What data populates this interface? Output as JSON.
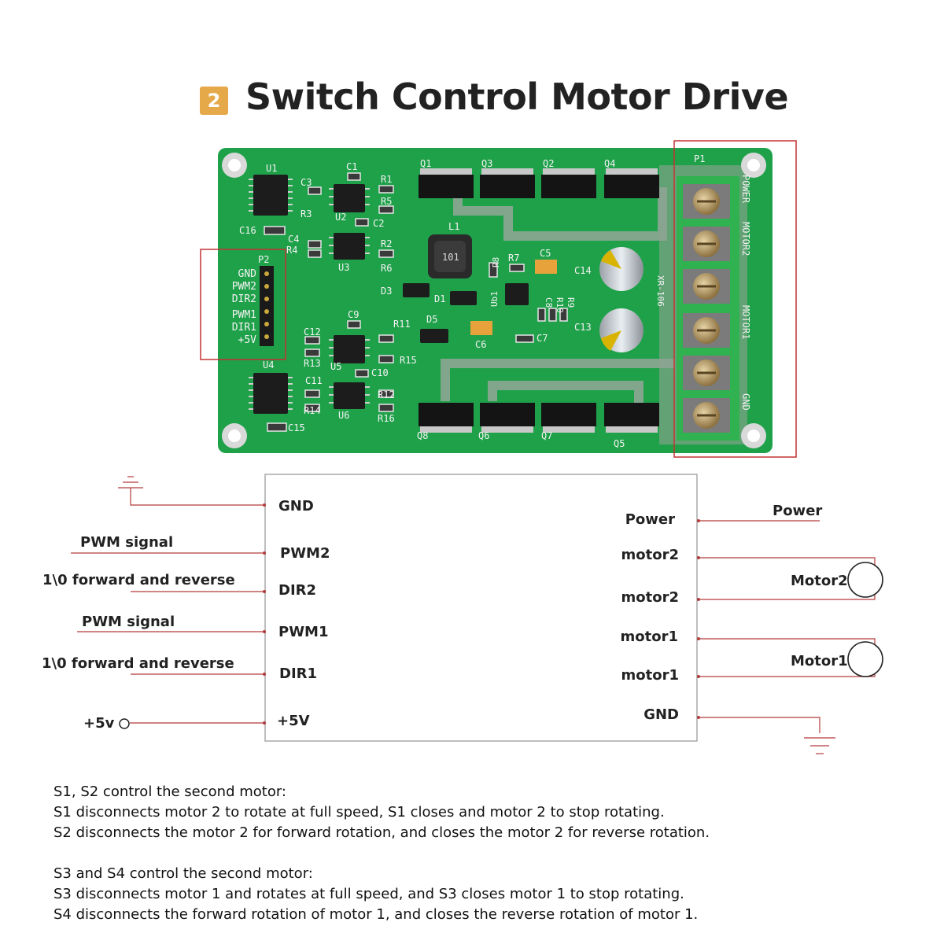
{
  "header": {
    "badge": "2",
    "title": "Switch Control Motor Drive"
  },
  "board": {
    "p1_label": "P1",
    "p2_label": "P2",
    "p2_pins": [
      "GND",
      "PWM2",
      "DIR2",
      "PWM1",
      "DIR1",
      "+5V"
    ],
    "terminal_labels": [
      "POWER",
      "MOTOR2",
      "MOTOR1",
      "GND"
    ],
    "model": "XR-106",
    "inductor": "L1",
    "inductor_code": "101",
    "labels": {
      "U1": "U1",
      "U2": "U2",
      "U3": "U3",
      "U4": "U4",
      "U5": "U5",
      "U6": "U6",
      "Q1": "Q1",
      "Q2": "Q2",
      "Q3": "Q3",
      "Q4": "Q4",
      "Q5": "Q5",
      "Q6": "Q6",
      "Q7": "Q7",
      "Q8": "Q8",
      "C1": "C1",
      "C2": "C2",
      "C3": "C3",
      "C4": "C4",
      "C5": "C5",
      "C6": "C6",
      "C7": "C7",
      "C8": "C8",
      "C9": "C9",
      "C10": "C10",
      "C11": "C11",
      "C12": "C12",
      "C13": "C13",
      "C14": "C14",
      "C15": "C15",
      "C16": "C16",
      "R1": "R1",
      "R2": "R2",
      "R3": "R3",
      "R4": "R4",
      "R5": "R5",
      "R6": "R6",
      "R7": "R7",
      "R8": "R8",
      "R9": "R9",
      "R10": "R10",
      "R11": "R11",
      "R12": "R12",
      "R13": "R13",
      "R14": "R14",
      "R15": "R15",
      "R16": "R16",
      "D1": "D1",
      "D3": "D3",
      "D5": "D5",
      "Ub1": "Ub1"
    }
  },
  "wiring": {
    "module_left_pins": [
      "GND",
      "PWM2",
      "DIR2",
      "PWM1",
      "DIR1",
      "+5V"
    ],
    "module_right_pins": [
      "Power",
      "motor2",
      "motor2",
      "motor1",
      "motor1",
      "GND"
    ],
    "left_signals": [
      "PWM signal",
      "1\\0 forward and reverse",
      "PWM signal",
      "1\\0 forward and reverse",
      "+5v"
    ],
    "right_labels": {
      "power": "Power",
      "motor2": "Motor2",
      "motor1": "Motor1"
    }
  },
  "notes": [
    "S1, S2 control the second motor:",
    "S1 disconnects motor 2 to rotate at full speed, S1 closes and motor 2 to stop rotating.",
    "S2 disconnects the motor 2 for forward rotation, and closes the motor 2 for reverse rotation.",
    "",
    "S3 and S4 control the second motor:",
    "S3 disconnects motor 1 and rotates at full speed, and S3 closes motor 1 to stop rotating.",
    "S4 disconnects the forward rotation of motor 1, and closes the reverse rotation of motor 1."
  ],
  "colors": {
    "pcb": "#1fa14a",
    "pcb_dark": "#178a3d",
    "terminal": "#2fb24f",
    "screw": "#b89a63",
    "badge": "#e6a94a",
    "wire": "#b33a3a",
    "highlight": "#c43333"
  }
}
